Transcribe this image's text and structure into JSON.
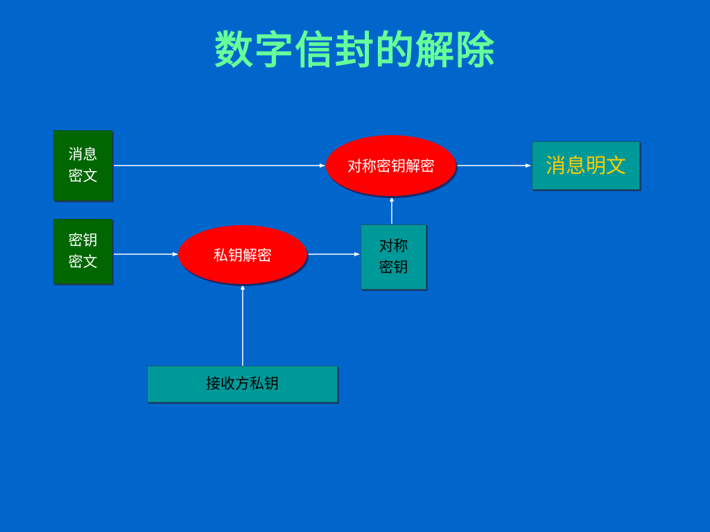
{
  "title": "数字信封的解除",
  "nodes": {
    "msg_cipher": {
      "line1": "消息",
      "line2": "密文"
    },
    "key_cipher": {
      "line1": "密钥",
      "line2": "密文"
    },
    "sym_decrypt": {
      "label": "对称密钥解密"
    },
    "priv_decrypt": {
      "label": "私钥解密"
    },
    "sym_key": {
      "line1": "对称",
      "line2": "密钥"
    },
    "plaintext": {
      "label": "消息明文"
    },
    "receiver_priv_key": {
      "label": "接收方私钥"
    }
  },
  "colors": {
    "background": "#0066cc",
    "title": "#66ff99",
    "input_box": "#006600",
    "process_ellipse": "#ff0000",
    "teal_box": "#009999",
    "result_text": "#ffcc00",
    "arrow": "#ffffff"
  }
}
